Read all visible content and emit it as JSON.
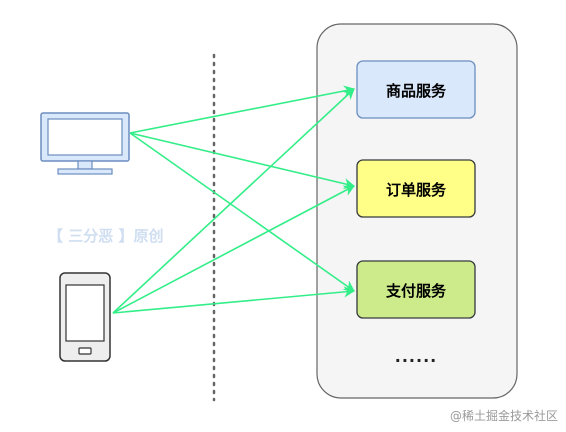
{
  "services": [
    {
      "name": "商品服务",
      "fill": "#dae8fc",
      "stroke": "#6c8ebf"
    },
    {
      "name": "订单服务",
      "fill": "#ffff88",
      "stroke": "#36393d"
    },
    {
      "name": "支付服务",
      "fill": "#cdeb8b",
      "stroke": "#36393d"
    }
  ],
  "ellipsis": "......",
  "watermark": "【 三分恶 】原创",
  "credit": "@稀土掘金技术社区",
  "colors": {
    "arrow": "#33ee88",
    "device_fill": "#dae8fc",
    "device_stroke": "#6c8ebf",
    "phone_fill": "#eeeeee",
    "phone_stroke": "#333333",
    "container_fill": "#f5f5f5",
    "container_stroke": "#666666"
  }
}
